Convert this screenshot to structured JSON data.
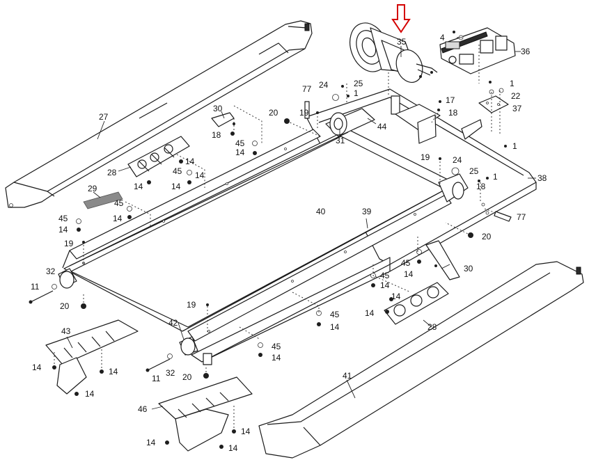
{
  "callouts": {
    "c27": "27",
    "c28a": "28",
    "c29": "29",
    "c30a": "30",
    "c18a": "18",
    "c45a": "45",
    "c14a": "14",
    "c45b": "45",
    "c14b": "14",
    "c14c": "14",
    "c14d": "14",
    "c45c": "45",
    "c14e": "14",
    "c45d": "45",
    "c14f": "14",
    "c19a": "19",
    "c20a": "20",
    "c19b": "19",
    "c77a": "77",
    "c24a": "24",
    "c25a": "25",
    "c1a": "1",
    "c35": "35",
    "c4": "4",
    "c1b": "1",
    "c36": "36",
    "c1c": "1",
    "c22": "22",
    "c37": "37",
    "c17": "17",
    "c18b": "18",
    "c44": "44",
    "c31": "31",
    "c1d": "1",
    "c19c": "19",
    "c24b": "24",
    "c25b": "25",
    "c1e": "1",
    "c38": "38",
    "c18c": "18",
    "c77b": "77",
    "c20b": "20",
    "c40": "40",
    "c39": "39",
    "c45e": "45",
    "c14g": "14",
    "c30b": "30",
    "c45f": "45",
    "c14h": "14",
    "c14i": "14",
    "c28b": "28",
    "c32a": "32",
    "c11a": "11",
    "c20c": "20",
    "c19d": "19",
    "c45g": "45",
    "c14j": "14",
    "c42": "42",
    "c45h": "45",
    "c14k": "14",
    "c43": "43",
    "c14l": "14",
    "c14m": "14",
    "c14n": "14",
    "c32b": "32",
    "c11b": "11",
    "c20d": "20",
    "c41": "41",
    "c46": "46",
    "c14o": "14",
    "c14p": "14",
    "c14q": "14"
  },
  "colors": {
    "highlight_arrow": "#d40000",
    "line": "#1a1a1a",
    "label_strip": "#8a8a8a"
  },
  "icons": {
    "highlight": "down-arrow-outline-icon"
  }
}
